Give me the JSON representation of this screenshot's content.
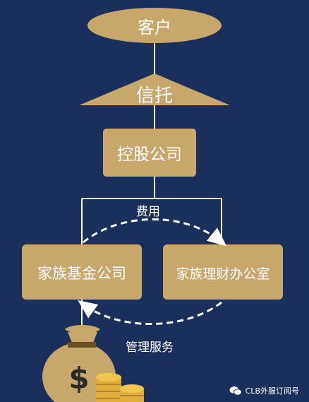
{
  "nodes": {
    "client": "客户",
    "trust": "信托",
    "holding": "控股公司",
    "foundation": "家族基金公司",
    "office": "家族理财办公室"
  },
  "edges": {
    "fee": "费用",
    "management": "管理服务"
  },
  "watermark": {
    "text": "CLB外服订阅号"
  },
  "colors": {
    "background": "#1a2f5c",
    "node_fill": "#c7a76a",
    "line": "#ffffff"
  }
}
